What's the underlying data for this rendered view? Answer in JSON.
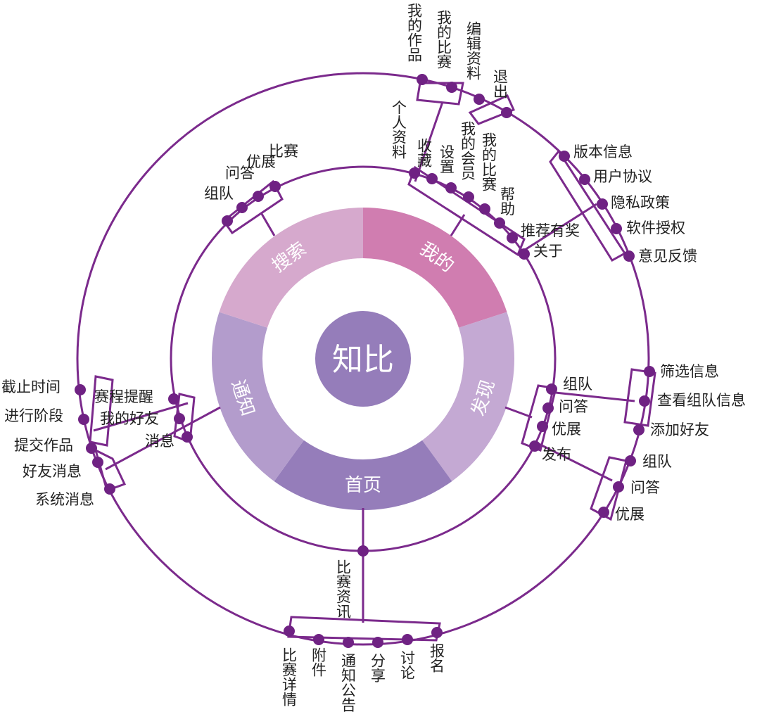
{
  "center": {
    "label": "知比",
    "color": "#957dba"
  },
  "line_color": "#7b2a8c",
  "dot_color": "#6f2283",
  "segments": [
    {
      "id": "wode",
      "label": "我的",
      "color": "#d07db0"
    },
    {
      "id": "faxian",
      "label": "发现",
      "color": "#c4a9d3"
    },
    {
      "id": "shouye",
      "label": "首页",
      "color": "#957dba"
    },
    {
      "id": "tongzhi",
      "label": "通知",
      "color": "#b39ccc"
    },
    {
      "id": "sousuo",
      "label": "搜索",
      "color": "#d6a9cd"
    }
  ],
  "branches": {
    "sousuo": [
      "组队",
      "问答",
      "优展",
      "比赛"
    ],
    "wode_inner": [
      "个人资料",
      "收藏",
      "设置",
      "我的会员",
      "我的比赛",
      "帮助",
      "推荐有奖",
      "关于"
    ],
    "wode_profile": [
      "我的作品",
      "我的比赛",
      "编辑资料",
      "退出"
    ],
    "wode_about": [
      "版本信息",
      "用户协议",
      "隐私政策",
      "软件授权",
      "意见反馈"
    ],
    "faxian": [
      "组队",
      "问答",
      "优展",
      "发布"
    ],
    "faxian_team": [
      "筛选信息",
      "查看组队信息",
      "添加好友"
    ],
    "faxian_publish": [
      "组队",
      "问答",
      "优展"
    ],
    "shouye": [
      "比赛资讯"
    ],
    "shouye_news": [
      "比赛详情",
      "附件",
      "通知公告",
      "分享",
      "讨论",
      "报名"
    ],
    "tongzhi": [
      "赛程提醒",
      "我的好友",
      "消息"
    ],
    "tongzhi_schedule": [
      "截止时间",
      "进行阶段",
      "提交作品"
    ],
    "tongzhi_msg": [
      "好友消息",
      "系统消息"
    ]
  }
}
